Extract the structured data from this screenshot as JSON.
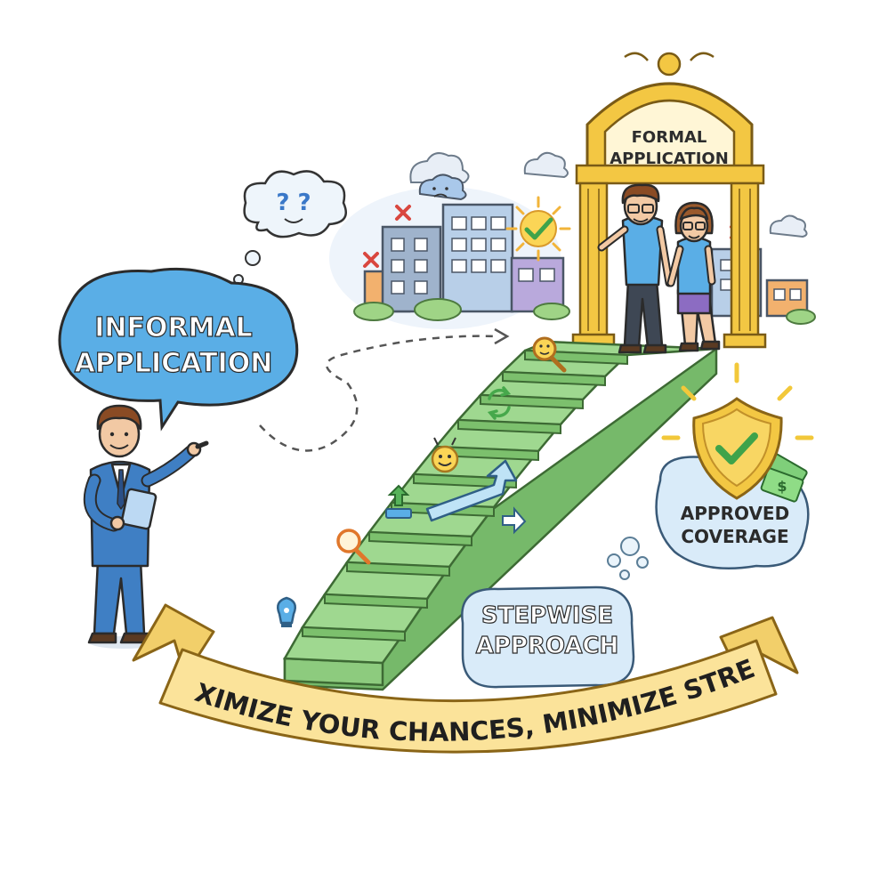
{
  "labels": {
    "informal_line1": "INFORMAL",
    "informal_line2": "APPLICATION",
    "formal_line1": "FORMAL",
    "formal_line2": "APPLICATION",
    "approved_line1": "APPROVED",
    "approved_line2": "COVERAGE",
    "stepwise_line1": "STEPWISE",
    "stepwise_line2": "APPROACH",
    "banner": "MAXIMIZE YOUR CHANCES, MINIMIZE STRESS!",
    "thought_marks": "? ?"
  },
  "colors": {
    "informal_bubble": "#5aaee6",
    "formal_arch": "#f3c743",
    "stairs": "#8fd083",
    "banner": "#fbe39a",
    "shield": "#f3c743",
    "check": "#46a84b",
    "suit": "#3f7fc4",
    "outline": "#333333"
  },
  "icons": [
    "thought-cloud-icon",
    "x-mark-icon",
    "sad-cloud-icon",
    "sun-check-icon",
    "magnifier-icon",
    "smiley-icon",
    "refresh-icon",
    "up-arrow-icon",
    "right-arrow-icon",
    "shield-check-icon",
    "money-icon",
    "bulb-icon"
  ]
}
